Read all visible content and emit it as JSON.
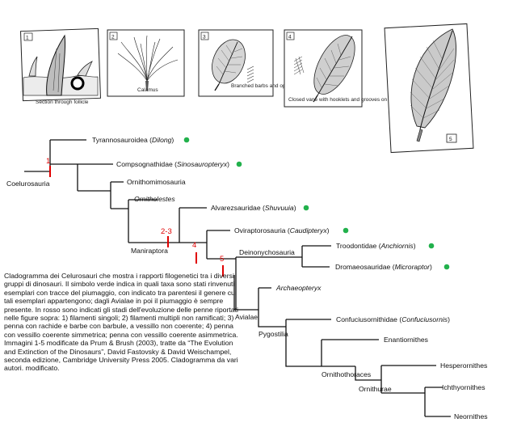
{
  "panels": [
    {
      "number": "1",
      "caption": "Section through follicle"
    },
    {
      "number": "2",
      "caption": "Calamus"
    },
    {
      "number": "3",
      "caption": "Branched barbs and open vane"
    },
    {
      "number": "4",
      "caption": "Closed vane with hooklets and grooves on barbules"
    },
    {
      "number": "5",
      "caption": ""
    }
  ],
  "taxa": {
    "coelurosauria": "Coelurosauria",
    "tyranno": {
      "name": "Tyrannosauroidea (",
      "genus": "Dilong",
      "close": ")"
    },
    "compso": {
      "name": "Compsognathidae (",
      "genus": "Sinosauropteryx",
      "close": ")"
    },
    "ornithomimo": "Ornithomimosauria",
    "ornitholestes": "Ornitholestes",
    "alvarez": {
      "name": "Alvarezsauridae (",
      "genus": "Shuvuuia",
      "close": ")"
    },
    "maniraptora": "Maniraptora",
    "ovirapto": {
      "name": "Oviraptorosauria (",
      "genus": "Caudipteryx",
      "close": ")"
    },
    "deinony": "Deinonychosauria",
    "troodont": {
      "name": "Troodontidae (",
      "genus": "Anchiornis",
      "close": ")"
    },
    "dromaeo": {
      "name": "Dromaeosauridae (",
      "genus": "Microraptor",
      "close": ")"
    },
    "archaeo": "Archaeopteryx",
    "avialae": "Avialae",
    "confucius": {
      "name": "Confuciusornithidae (",
      "genus": "Confuciusornis",
      "close": ")"
    },
    "pygostilia": "Pygostilia",
    "enantio": "Enantiornithes",
    "ornithothoraces": "Ornithothoraces",
    "hesper": "Hesperornithes",
    "ornithurae": "Ornithurae",
    "ichthy": "Ichthyornithes",
    "neorn": "Neornithes"
  },
  "stages": [
    "1",
    "2-3",
    "4",
    "5"
  ],
  "colors": {
    "stage_marker": "#e00000",
    "feather_dot": "#22b14c",
    "line": "#111111"
  },
  "caption": {
    "p1": "Cladogramma dei Celurosauri che mostra i rapporti filogenetici tra i diversi gruppi di dinosauri. Il simbolo verde indica in quali taxa sono stati rinvenuti esemplari con tracce del piumaggio, con indicato tra parentesi il genere cui tali esemplari appartengono; dagli Avialae in poi il piumaggio è sempre presente. In rosso sono indicati gli stadi dell'evoluzione delle penne riportati nelle figure sopra: 1) filamenti singoli; 2) filamenti multipli non ramificati; 3) penna con rachide e barbe con barbule, a vessillo non coerente; 4) penna con vessillo coerente simmetrica; penna con vessillo coerente asimmetrica.",
    "p2": "Immagini 1-5 modificate da Prum & Brush (2003), tratte da “The Evolution and Extinction of the Dinosaurs”, David Fastovsky & David Weischampel, seconda edizione, Cambridge University Press 2005. Cladogramma da vari autori. modificato."
  }
}
